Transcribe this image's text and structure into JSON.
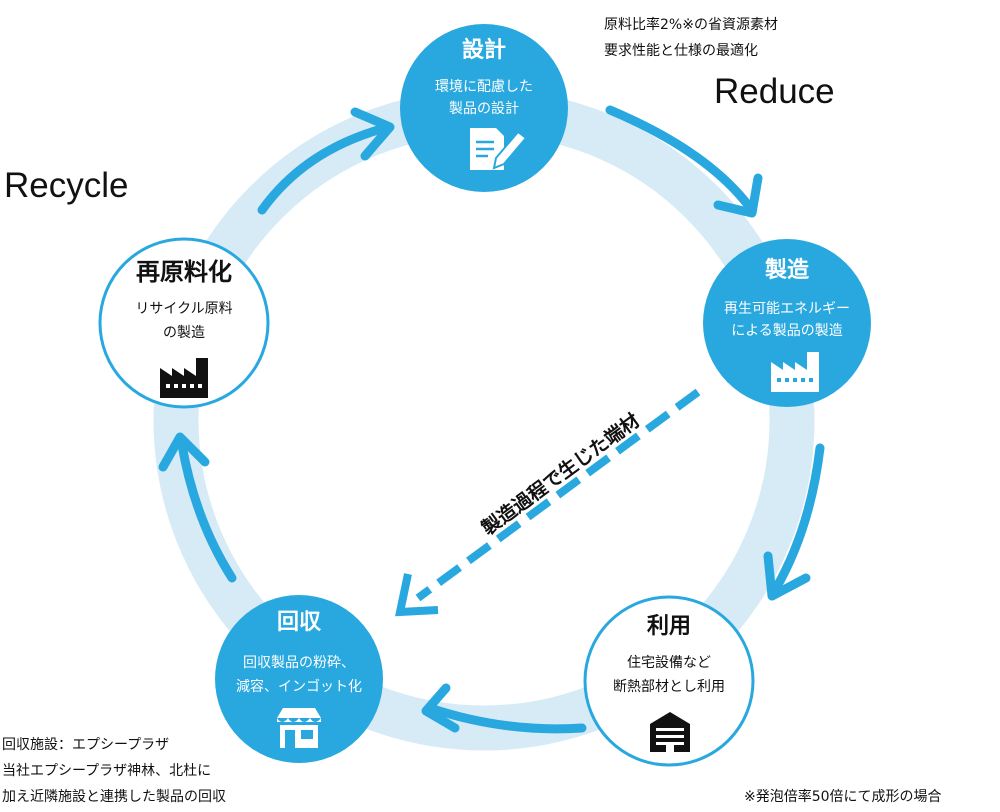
{
  "colors": {
    "ring": "#d7ebf7",
    "accent": "#29a8e0",
    "circle_fill": "#29a8e0",
    "text_dark": "#111111"
  },
  "labels": {
    "reduce": "Reduce",
    "recycle": "Recycle",
    "scrap_arrow": "製造過程で生じた端材"
  },
  "notes": {
    "reduce_note_1": "原料比率2%※の省資源素材",
    "reduce_note_2": "要求性能と仕様の最適化",
    "collection_note_1": "回収施設：エプシープラザ",
    "collection_note_2": "当社エプシープラザ神林、北杜に",
    "collection_note_3": "加え近隣施設と連携した製品の回収",
    "footnote": "※発泡倍率50倍にて成形の場合"
  },
  "stages": {
    "design": {
      "title": "設計",
      "line1": "環境に配慮した",
      "line2": "製品の設計",
      "icon": "document-pen-icon"
    },
    "manufacturing": {
      "title": "製造",
      "line1": "再生可能エネルギー",
      "line2": "による製品の製造",
      "icon": "factory-icon"
    },
    "usage": {
      "title": "利用",
      "line1": "住宅設備など",
      "line2": "断熱部材とし利用",
      "icon": "building-icon"
    },
    "collection": {
      "title": "回収",
      "line1": "回収製品の粉砕、",
      "line2": "減容、インゴット化",
      "icon": "store-icon"
    },
    "remanufacture": {
      "title": "再原料化",
      "line1": "リサイクル原料",
      "line2": "の製造",
      "icon": "factory-icon"
    }
  }
}
